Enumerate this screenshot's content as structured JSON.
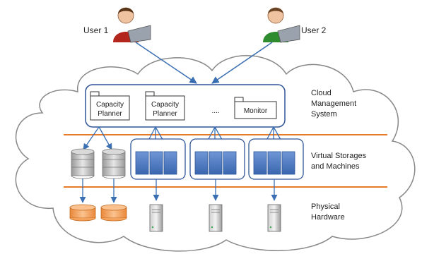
{
  "users": [
    {
      "label": "User 1",
      "shirt_color": "#b3261e",
      "icon": "user-with-laptop-icon"
    },
    {
      "label": "User 2",
      "shirt_color": "#2e8b2e",
      "icon": "user-with-laptop-icon"
    }
  ],
  "management": {
    "modules": [
      "Capacity Planner",
      "Capacity Planner",
      "Monitor"
    ],
    "ellipsis": "....",
    "label_lines": [
      "Cloud",
      "Management",
      "System"
    ]
  },
  "layers": {
    "virtual_lines": [
      "Virtual Storages",
      "and Machines"
    ],
    "physical_lines": [
      "Physical",
      "Hardware"
    ]
  },
  "colors": {
    "accent_line": "#e87b2a",
    "arrow": "#3a6fb4",
    "box_border": "#2f5597",
    "vm_fill": "#4a78c2",
    "storage_gray": "#b8b8b8",
    "storage_orange": "#f5a25d",
    "cloud_stroke": "#888888"
  }
}
